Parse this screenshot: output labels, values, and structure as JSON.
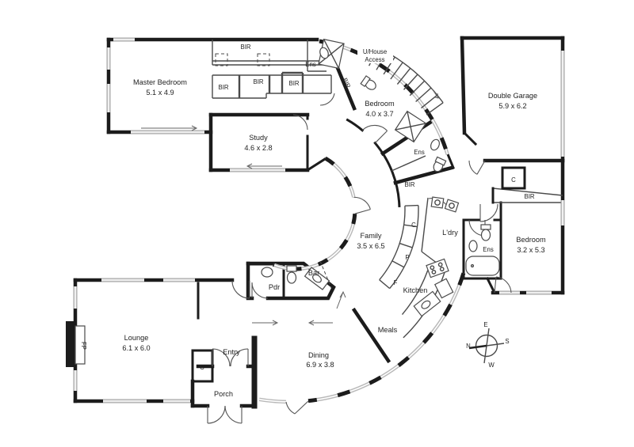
{
  "title": "Residential floor plan",
  "rooms": {
    "master": {
      "name": "Master Bedroom",
      "dims": "5.1 x 4.9"
    },
    "study": {
      "name": "Study",
      "dims": "4.6 x 2.8"
    },
    "bedroom_top": {
      "name": "Bedroom",
      "dims": "4.0 x 3.7"
    },
    "garage": {
      "name": "Double Garage",
      "dims": "5.9 x 6.2"
    },
    "bedroom_right": {
      "name": "Bedroom",
      "dims": "3.2 x 5.3"
    },
    "family": {
      "name": "Family",
      "dims": "3.5 x 6.5"
    },
    "laundry": {
      "name": "L'dry"
    },
    "kitchen": {
      "name": "Kitchen"
    },
    "meals": {
      "name": "Meals"
    },
    "dining": {
      "name": "Dining",
      "dims": "6.9 x 3.8"
    },
    "lounge": {
      "name": "Lounge",
      "dims": "6.1 x 6.0"
    },
    "entry": {
      "name": "Entry"
    },
    "porch": {
      "name": "Porch"
    },
    "powder": {
      "name": "Pdr"
    },
    "bar": {
      "name": "Bar"
    }
  },
  "labels": {
    "bir": "BIR",
    "ens": "Ens",
    "cupboard": "C",
    "pantry": "P",
    "fridge": "F",
    "fireplace": "FP",
    "underhouse_line1": "U/House",
    "underhouse_line2": "Access"
  },
  "compass": {
    "north": "N",
    "south": "S",
    "east": "E",
    "west": "W"
  },
  "colors": {
    "wall": "#1c1c1c",
    "thin_line": "#4a4a4a",
    "window": "#b9b9b9",
    "background": "#ffffff"
  }
}
